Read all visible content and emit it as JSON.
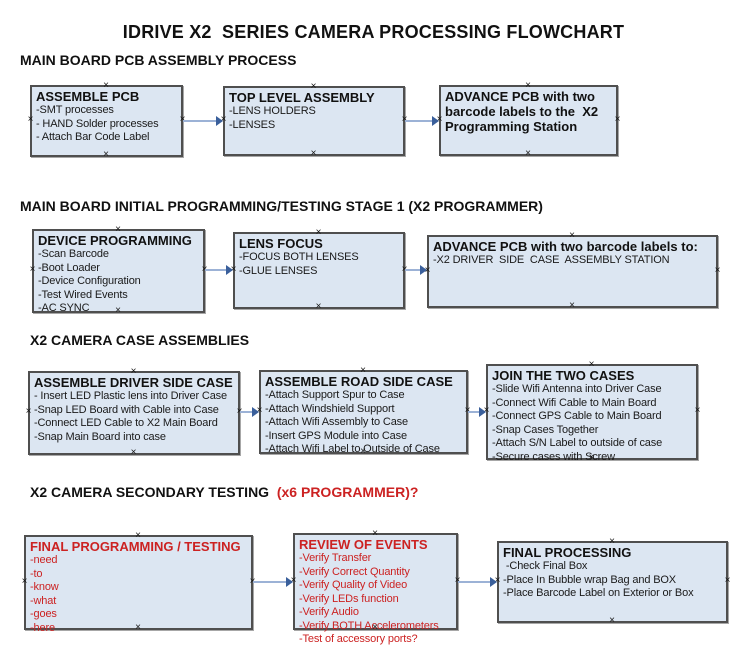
{
  "title": "IDRIVE X2  SERIES CAMERA PROCESSING FLOWCHART",
  "sections": [
    {
      "heading": "MAIN BOARD PCB ASSEMBLY PROCESS"
    },
    {
      "heading": "MAIN BOARD INITIAL PROGRAMMING/TESTING STAGE 1 (X2 PROGRAMMER)"
    },
    {
      "heading": "X2 CAMERA CASE ASSEMBLIES"
    },
    {
      "heading": "X2 CAMERA SECONDARY TESTING  ",
      "heading_red": "(x6 PROGRAMMER)?"
    }
  ],
  "icons": {
    "connector_anchor": "×",
    "arrowhead": "right-arrowhead"
  },
  "colors": {
    "box_fill": "#dce6f2",
    "box_border": "#4f4f4f",
    "arrow_line": "#9cb2d6",
    "arrow_head": "#3a5f9b",
    "red_text": "#cc2222"
  },
  "boxes": [
    {
      "title": "ASSEMBLE PCB",
      "items": [
        "-SMT processes",
        "- HAND Solder processes",
        "- Attach Bar Code Label"
      ]
    },
    {
      "title": "TOP LEVEL ASSEMBLY",
      "items": [
        "-LENS HOLDERS",
        "-LENSES"
      ]
    },
    {
      "title": "ADVANCE PCB with two barcode labels to the  X2 Programming Station",
      "items": []
    },
    {
      "title": "DEVICE PROGRAMMING",
      "items": [
        "-Scan Barcode",
        "-Boot Loader",
        "-Device Configuration",
        "-Test Wired Events",
        "-AC SYNC"
      ]
    },
    {
      "title": "LENS FOCUS",
      "items": [
        "-FOCUS BOTH LENSES",
        "-GLUE LENSES"
      ]
    },
    {
      "title": "ADVANCE PCB with two barcode labels to:",
      "items": [
        "-X2 DRIVER  SIDE  CASE  ASSEMBLY STATION"
      ]
    },
    {
      "title": "ASSEMBLE DRIVER SIDE CASE",
      "items": [
        "- Insert LED Plastic lens into Driver Case",
        "-Snap LED Board with Cable into Case",
        "-Connect LED Cable to X2 Main Board",
        "-Snap Main Board into case"
      ]
    },
    {
      "title": "ASSEMBLE ROAD SIDE CASE",
      "items": [
        "-Attach Support Spur to Case",
        "-Attach Windshield Support",
        "-Attach Wifi Assembly to Case",
        "-Insert GPS Module into Case",
        "-Attach Wifi Label to Outside of Case"
      ]
    },
    {
      "title": "JOIN THE TWO CASES",
      "items": [
        "-Slide Wifi Antenna into Driver Case",
        "-Connect Wifi Cable to Main Board",
        "-Connect GPS Cable to Main Board",
        "-Snap Cases Together",
        "-Attach S/N Label to outside of case",
        "-Secure cases with Screw"
      ]
    },
    {
      "title": "FINAL PROGRAMMING / TESTING",
      "items": [
        "-need",
        "-to",
        "-know",
        "-what",
        "-goes",
        "-here"
      ]
    },
    {
      "title": "REVIEW OF EVENTS",
      "items": [
        "-Verify Transfer",
        "-Verify Correct Quantity",
        "-Verify Quality of Video",
        "-Verify LEDs function",
        "-Verify Audio",
        "-Verify BOTH Accelerometers",
        "-Test of accessory ports?"
      ]
    },
    {
      "title": "FINAL PROCESSING",
      "items": [
        " -Check Final Box",
        "-Place In Bubble wrap Bag and BOX",
        "-Place Barcode Label on Exterior or Box"
      ]
    }
  ]
}
